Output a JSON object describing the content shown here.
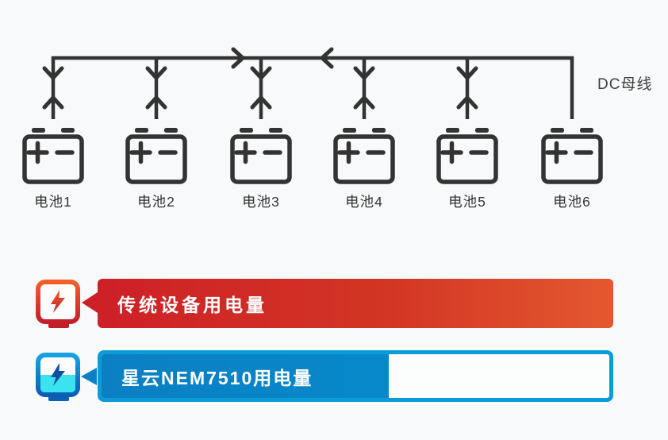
{
  "diagram": {
    "bus_label": "DC母线",
    "line_color": "#333333",
    "batteries": [
      {
        "label": "电池1"
      },
      {
        "label": "电池2"
      },
      {
        "label": "电池3"
      },
      {
        "label": "电池4"
      },
      {
        "label": "电池5"
      },
      {
        "label": "电池6"
      }
    ]
  },
  "comparison": {
    "bars": [
      {
        "name": "traditional",
        "label": "传统设备用电量",
        "fill_percent": 100,
        "color_start": "#ce2027",
        "color_end": "#e4582e",
        "icon": "power-meter-lightning-red"
      },
      {
        "name": "nem7510",
        "label": "星云NEM7510用电量",
        "fill_percent": 56.5,
        "color_start": "#0c7fc3",
        "color_end": "#0689ca",
        "border_color": "#0a9bd8",
        "icon": "power-meter-lightning-blue-half"
      }
    ]
  }
}
